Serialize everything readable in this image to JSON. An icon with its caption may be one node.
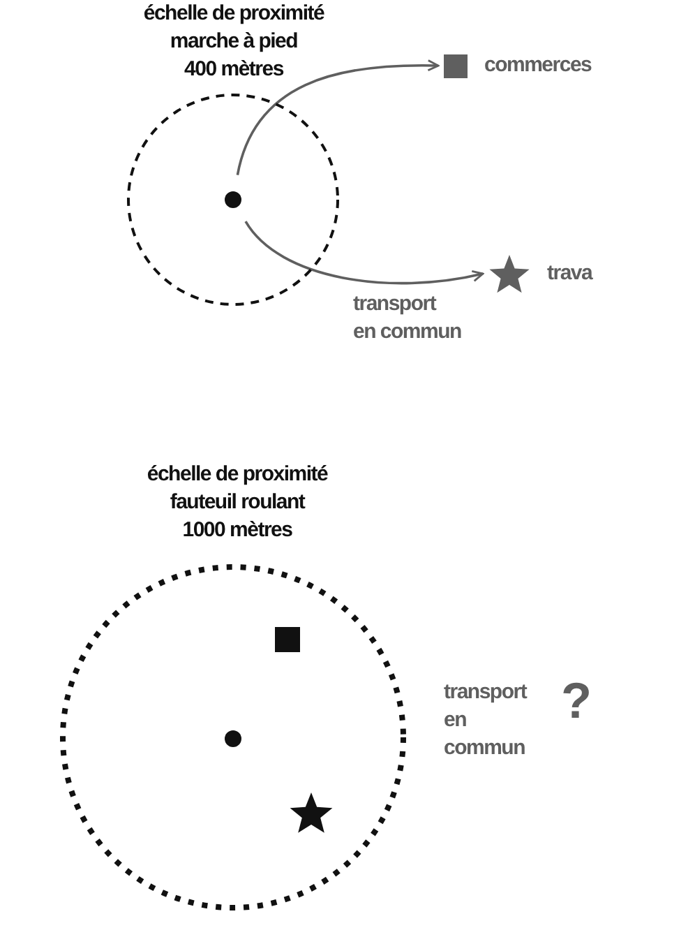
{
  "diagram": {
    "nodes": [
      {
        "text": [
          "échelle de proximité",
          "marche à pied",
          "400 mètres"
        ]
      },
      {
        "text": [],
        "shape": "circle",
        "in": 0
      },
      {
        "text": [
          "commerces"
        ]
      },
      {
        "text": [
          "trava"
        ]
      },
      {
        "text": [
          "échelle de proximité",
          "fauteuil roulant",
          "1000 mètres"
        ]
      },
      {
        "text": [],
        "shape": "box",
        "in": 4
      },
      {
        "text": [],
        "shape": "circle",
        "in": 4
      },
      {
        "text": [],
        "shape": "star",
        "in": 4
      }
    ],
    "edges": [
      {
        "from": 1,
        "to": 2,
        "arrow": "to"
      },
      {
        "from": 1,
        "to": 3,
        "arrow": "to",
        "label": "transport en commun"
      }
    ],
    "labels": [
      "transport en commun",
      "?"
    ]
  }
}
